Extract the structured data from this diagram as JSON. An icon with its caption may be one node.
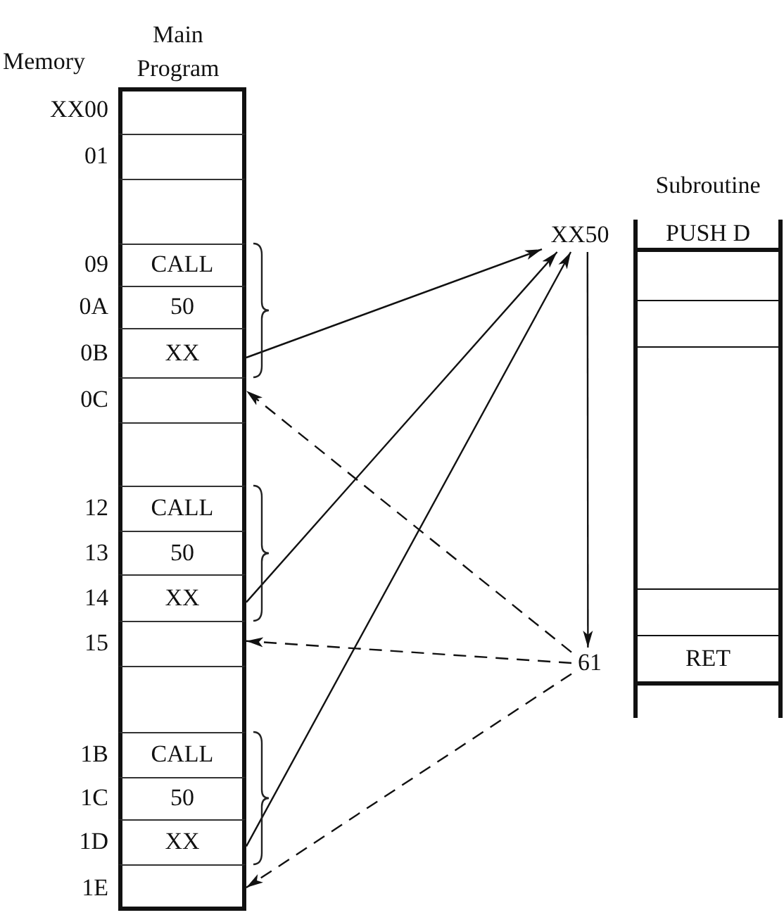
{
  "diagram": {
    "nodes": [
      {
        "text": [
          "Main Program"
        ]
      },
      {
        "text": [],
        "shape": "box",
        "in": 0,
        "beside": [
          "XX00"
        ]
      },
      {
        "text": [],
        "shape": "box",
        "in": 0,
        "beside": [
          "01"
        ]
      },
      {
        "text": [],
        "shape": "box",
        "in": 0
      },
      {
        "text": [
          "CALL"
        ],
        "in": 0,
        "beside": [
          "09"
        ]
      },
      {
        "text": [
          "50"
        ],
        "in": 0,
        "beside": [
          "0A"
        ]
      },
      {
        "text": [
          "XX"
        ],
        "in": 0,
        "beside": [
          "0B"
        ]
      },
      {
        "text": [],
        "shape": "box",
        "in": 0,
        "beside": [
          "0C"
        ]
      },
      {
        "text": [],
        "shape": "box",
        "in": 0
      },
      {
        "text": [
          "CALL"
        ],
        "in": 0,
        "beside": [
          "12"
        ]
      },
      {
        "text": [
          "50"
        ],
        "in": 0,
        "beside": [
          "13"
        ]
      },
      {
        "text": [
          "XX"
        ],
        "in": 0,
        "beside": [
          "14"
        ]
      },
      {
        "text": [],
        "shape": "box",
        "in": 0,
        "beside": [
          "15"
        ]
      },
      {
        "text": [],
        "shape": "box",
        "in": 0
      },
      {
        "text": [
          "CALL"
        ],
        "in": 0,
        "beside": [
          "1B"
        ]
      },
      {
        "text": [
          "50"
        ],
        "in": 0,
        "beside": [
          "1C"
        ]
      },
      {
        "text": [
          "XX"
        ],
        "in": 0,
        "beside": [
          "1D"
        ]
      },
      {
        "text": [],
        "shape": "box",
        "in": 0,
        "beside": [
          "1E"
        ]
      },
      {
        "text": [
          "Subroutine"
        ]
      },
      {
        "text": [
          "PUSH D"
        ],
        "in": 18
      },
      {
        "text": [],
        "shape": "box",
        "in": 18
      },
      {
        "text": [],
        "shape": "box",
        "in": 18
      },
      {
        "text": [],
        "shape": "box",
        "in": 18
      },
      {
        "text": [],
        "shape": "box",
        "in": 18
      },
      {
        "text": [
          "RET"
        ],
        "in": 18
      },
      {
        "text": [],
        "shape": "box",
        "in": 18
      },
      {
        "text": [
          "XX50"
        ]
      },
      {
        "text": [
          "61"
        ]
      }
    ],
    "edges": [
      {
        "from": 6,
        "to": 26,
        "arrow": "to"
      },
      {
        "from": 11,
        "to": 26,
        "arrow": "to"
      },
      {
        "from": 16,
        "to": 26,
        "arrow": "to"
      },
      {
        "from": 26,
        "to": 27,
        "arrow": "to"
      },
      {
        "from": 27,
        "to": 7,
        "arrow": "to",
        "style": "dashed"
      },
      {
        "from": 27,
        "to": 12,
        "arrow": "to",
        "style": "dashed"
      },
      {
        "from": 27,
        "to": 17,
        "arrow": "to",
        "style": "dashed"
      }
    ],
    "labels": [
      "Memory"
    ]
  }
}
